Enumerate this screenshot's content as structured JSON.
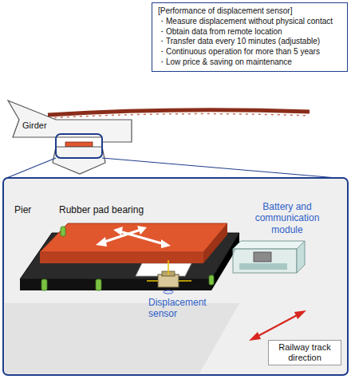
{
  "diagram": {
    "nodes": [
      {
        "text": [
          "[Performance of displacement sensor]",
          "・Measure displacement without physical contact",
          "・Obtain data from remote location",
          "・Transfer data every 10 minutes (adjustable)",
          "・Continuous operation for more than 5 years",
          "・Low price & saving on maintenance"
        ]
      },
      {
        "text": [
          "Girder"
        ]
      }
    ],
    "labels": [
      "Pier",
      "Rubber pad bearing",
      "Battery and communication module",
      "Displacement sensor",
      "Railway track direction"
    ]
  }
}
